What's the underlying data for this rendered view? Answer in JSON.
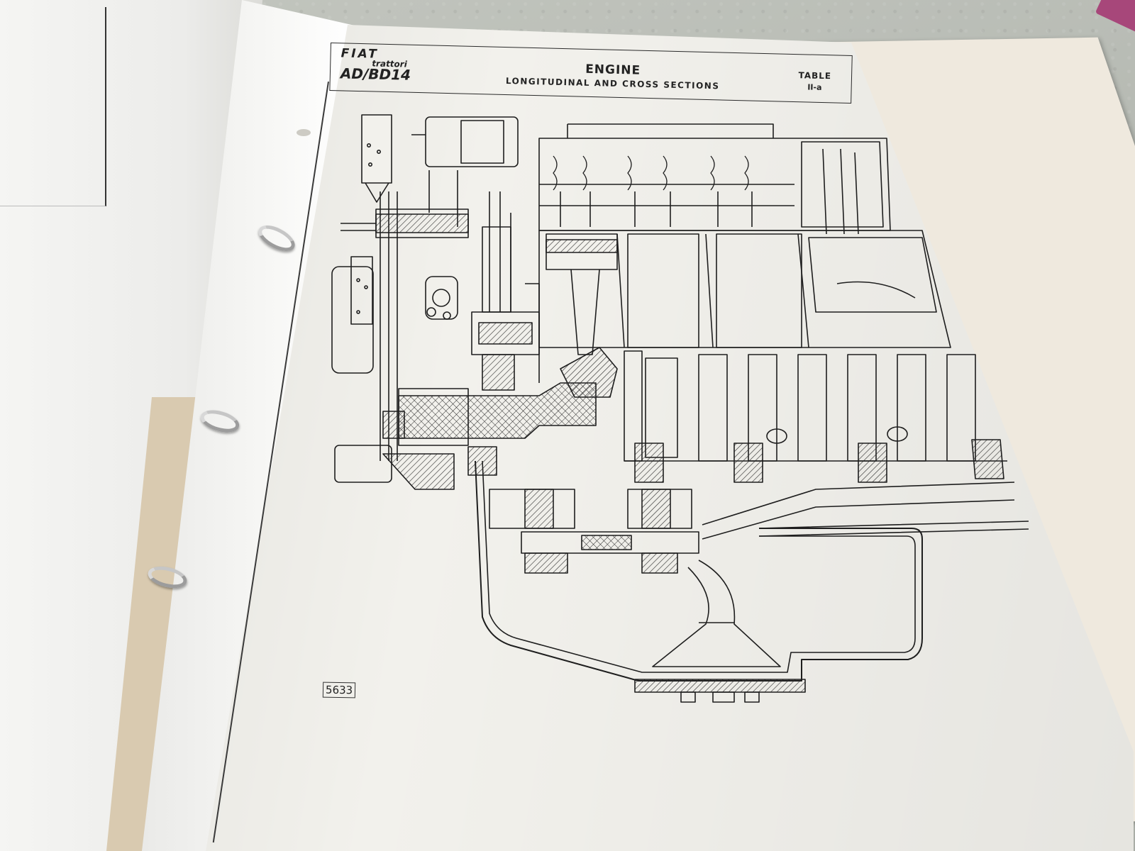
{
  "manual": {
    "brand": "FIAT",
    "brand_sub": "trattori",
    "model": "AD/BD14",
    "title": "ENGINE",
    "subtitle": "LONGITUDINAL AND CROSS SECTIONS",
    "table_label": "TABLE",
    "table_number": "II-a"
  },
  "drawing": {
    "number": "5633",
    "line_color": "#1e1e1e",
    "hatch_color": "#2a2a2a"
  },
  "colors": {
    "page": "#f2f1ec",
    "table_surface": "#b9bcb5",
    "binder_spine": "#d9cab0",
    "ring_metal": "#9c9c9c",
    "accent_magenta": "#a7477a"
  }
}
